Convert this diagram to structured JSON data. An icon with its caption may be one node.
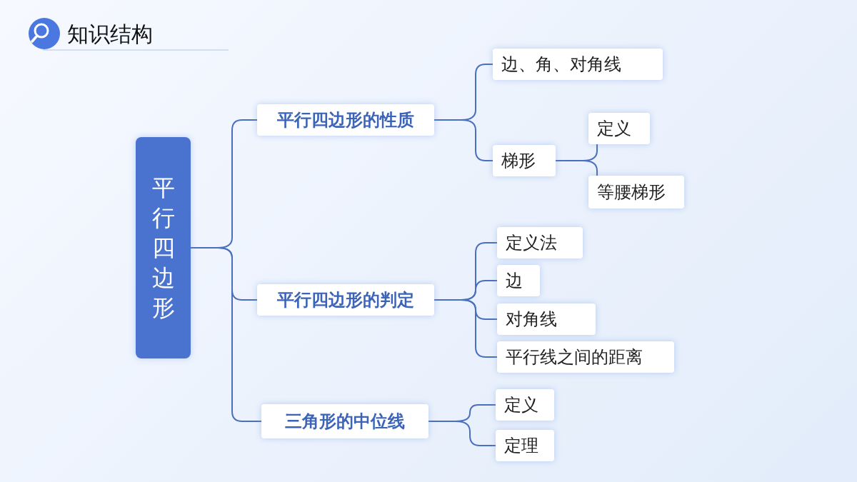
{
  "diagram": {
    "title": "知识结构",
    "nodes": [
      {
        "text": [
          "平行四边形"
        ]
      },
      {
        "text": [
          "平行四边形的性质"
        ]
      },
      {
        "text": [
          "边、角、对角线"
        ]
      },
      {
        "text": [
          "梯形"
        ]
      },
      {
        "text": [
          "定义"
        ]
      },
      {
        "text": [
          "等腰梯形"
        ]
      },
      {
        "text": [
          "平行四边形的判定"
        ]
      },
      {
        "text": [
          "定义法"
        ]
      },
      {
        "text": [
          "边"
        ]
      },
      {
        "text": [
          "对角线"
        ]
      },
      {
        "text": [
          "平行线之间的距离"
        ]
      },
      {
        "text": [
          "三角形的中位线"
        ]
      },
      {
        "text": [
          "定义"
        ]
      },
      {
        "text": [
          "定理"
        ]
      }
    ],
    "edges": [
      {
        "from": 0,
        "to": 1,
        "arrow": "none"
      },
      {
        "from": 0,
        "to": 6,
        "arrow": "none"
      },
      {
        "from": 0,
        "to": 11,
        "arrow": "none"
      },
      {
        "from": 1,
        "to": 2,
        "arrow": "none"
      },
      {
        "from": 1,
        "to": 3,
        "arrow": "none"
      },
      {
        "from": 3,
        "to": 4,
        "arrow": "none"
      },
      {
        "from": 3,
        "to": 5,
        "arrow": "none"
      },
      {
        "from": 6,
        "to": 7,
        "arrow": "none"
      },
      {
        "from": 6,
        "to": 8,
        "arrow": "none"
      },
      {
        "from": 6,
        "to": 9,
        "arrow": "none"
      },
      {
        "from": 6,
        "to": 10,
        "arrow": "none"
      },
      {
        "from": 11,
        "to": 12,
        "arrow": "none"
      },
      {
        "from": 11,
        "to": 13,
        "arrow": "none"
      }
    ]
  }
}
